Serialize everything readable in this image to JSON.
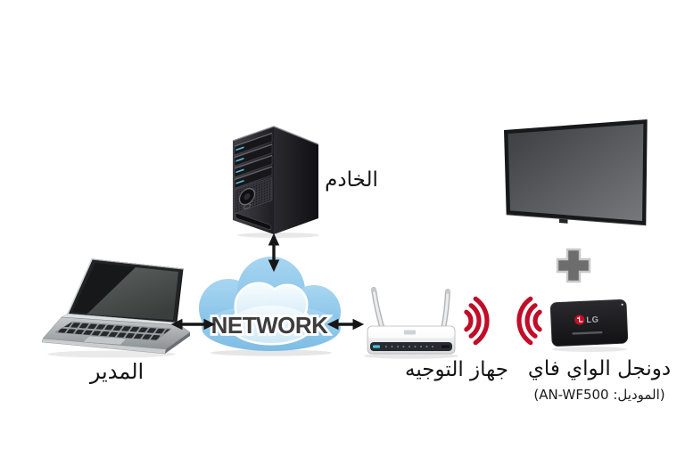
{
  "diagram": {
    "cloud": {
      "label": "NETWORK"
    },
    "nodes": {
      "server": {
        "label": "الخادم"
      },
      "manager": {
        "label": "المدير"
      },
      "router": {
        "label": "جهاز التوجيه"
      },
      "dongle": {
        "label": "دونجل الواي فاي",
        "model": "(الموديل: AN-WF500)",
        "logo": "LG"
      }
    },
    "icons": [
      "server-tower-icon",
      "laptop-icon",
      "network-cloud-icon",
      "router-icon",
      "wifi-waves-right-icon",
      "wifi-waves-left-icon",
      "wifi-dongle-icon",
      "tv-icon",
      "plus-icon",
      "arrow-up-down-icon",
      "arrow-left-right-icon"
    ],
    "colors": {
      "wifi_wave_red": "#c00d28",
      "cloud_blue": "#8cc6ea",
      "cloud_inner": "#e9f5fc",
      "network_text": "#3d3d3d",
      "arrow_black": "#161616",
      "plus_gray": "#6d6d6d",
      "lg_logo_red": "#c11027",
      "label_text": "#141414"
    }
  }
}
